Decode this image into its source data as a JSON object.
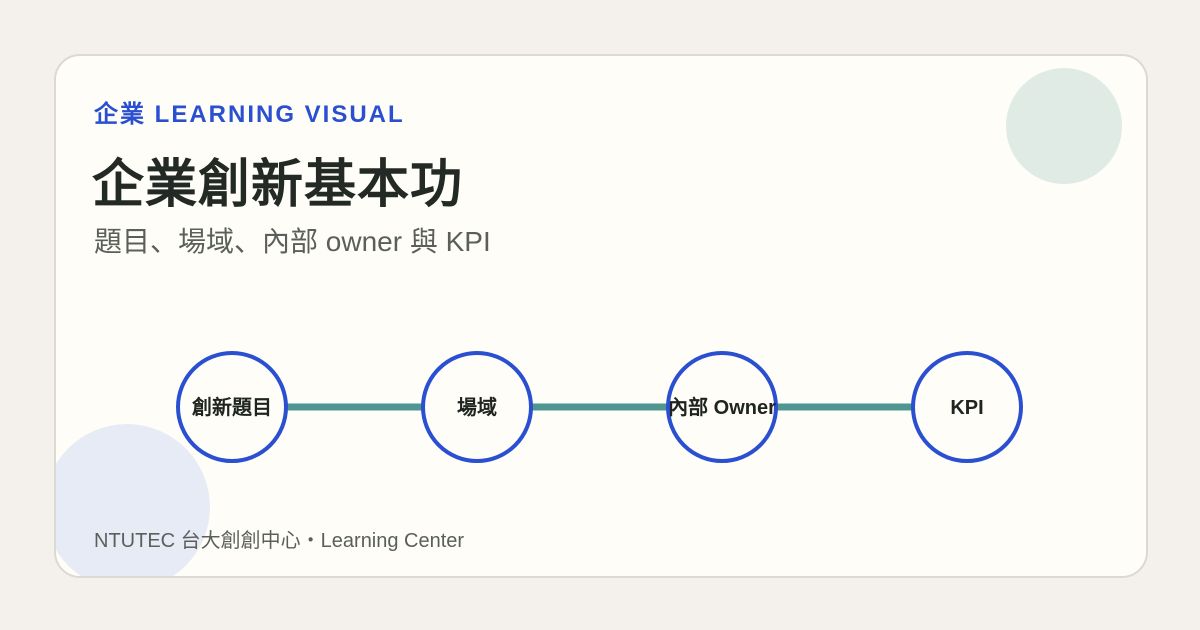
{
  "header": {
    "eyebrow": "企業 LEARNING VISUAL",
    "title": "企業創新基本功",
    "subtitle": "題目、場域、內部 owner 與 KPI"
  },
  "flow": {
    "nodes": [
      {
        "label": "創新題目"
      },
      {
        "label": "場域"
      },
      {
        "label": "內部 Owner"
      },
      {
        "label": "KPI"
      }
    ]
  },
  "footer": {
    "text": "NTUTEC 台大創創中心・Learning Center"
  },
  "colors": {
    "accent": "#2a4fd0",
    "connector": "#4f9690",
    "card_background": "#fefdf8",
    "page_background": "#f4f1ec"
  }
}
